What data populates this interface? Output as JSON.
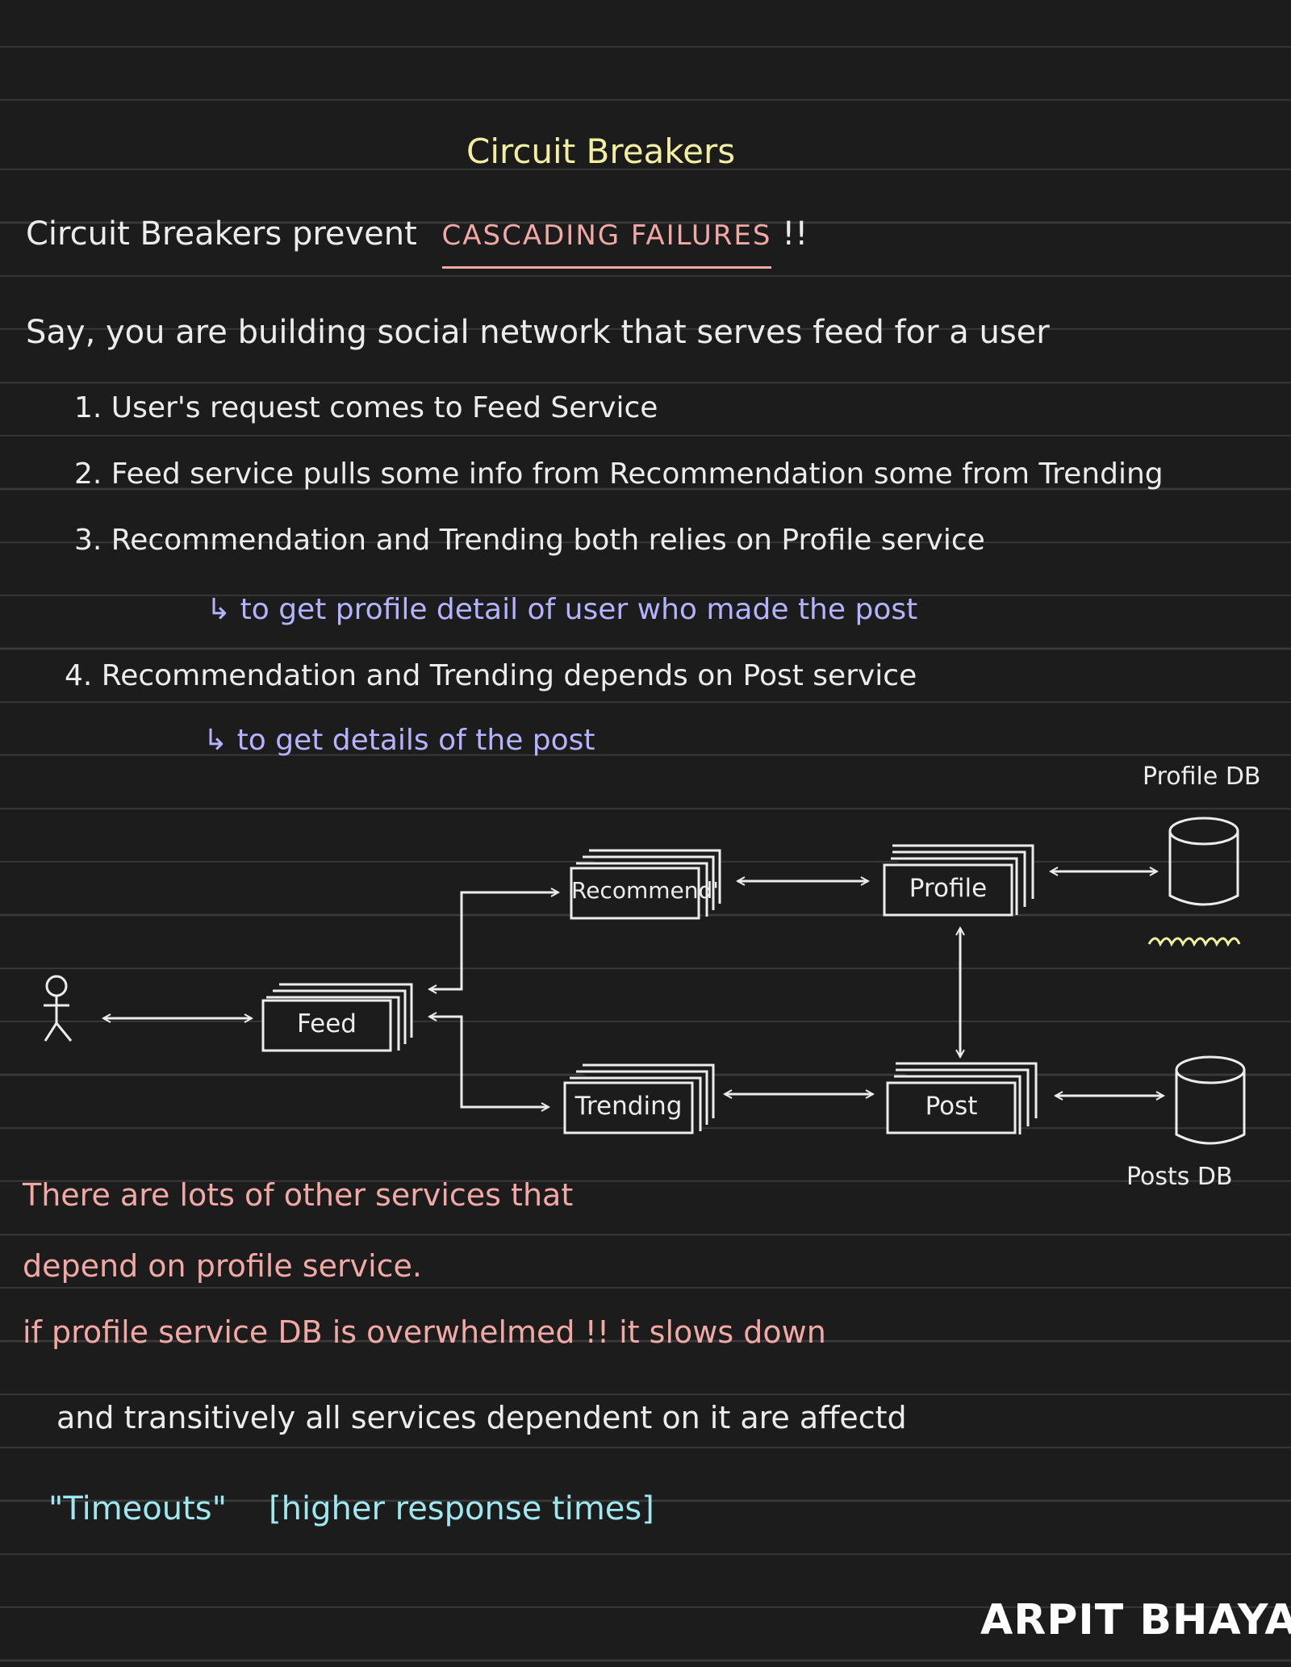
{
  "title": "Circuit Breakers",
  "intro": {
    "prefix": "Circuit Breakers prevent",
    "highlight": "CASCADING FAILURES",
    "suffix": "!!"
  },
  "scenario": "Say, you are building social network that serves feed for a user",
  "points": [
    "1. User's request comes to Feed Service",
    "2. Feed service pulls some info from Recommendation some from Trending",
    "3. Recommendation and Trending both relies on Profile service",
    "4. Recommendation and Trending depends on Post service"
  ],
  "subnotes": [
    "↳ to get profile detail of user who made the post",
    "↳ to get details of the post"
  ],
  "diagram": {
    "services": {
      "feed": "Feed",
      "recommend": "Recommend\"",
      "trending": "Trending",
      "profile": "Profile",
      "post": "Post"
    },
    "databases": {
      "profile_db": "Profile DB",
      "posts_db": "Posts DB"
    }
  },
  "notes": {
    "pink_1": "There are lots of other services that",
    "pink_2": "depend on profile service.",
    "pink_3": "if profile service DB is overwhelmed !! it slows down",
    "white": "and transitively all services dependent on it are affectd",
    "cyan_a": "\"Timeouts\"",
    "cyan_b": "[higher response times]"
  },
  "brand": "ARPIT BHAYANI",
  "colors": {
    "background": "#1c1c1c",
    "title": "#f3efa0",
    "highlight": "#f2a9a5",
    "subnote": "#b3b3ff",
    "cyan": "#9fe8f0",
    "scribble": "#f3efa0"
  }
}
